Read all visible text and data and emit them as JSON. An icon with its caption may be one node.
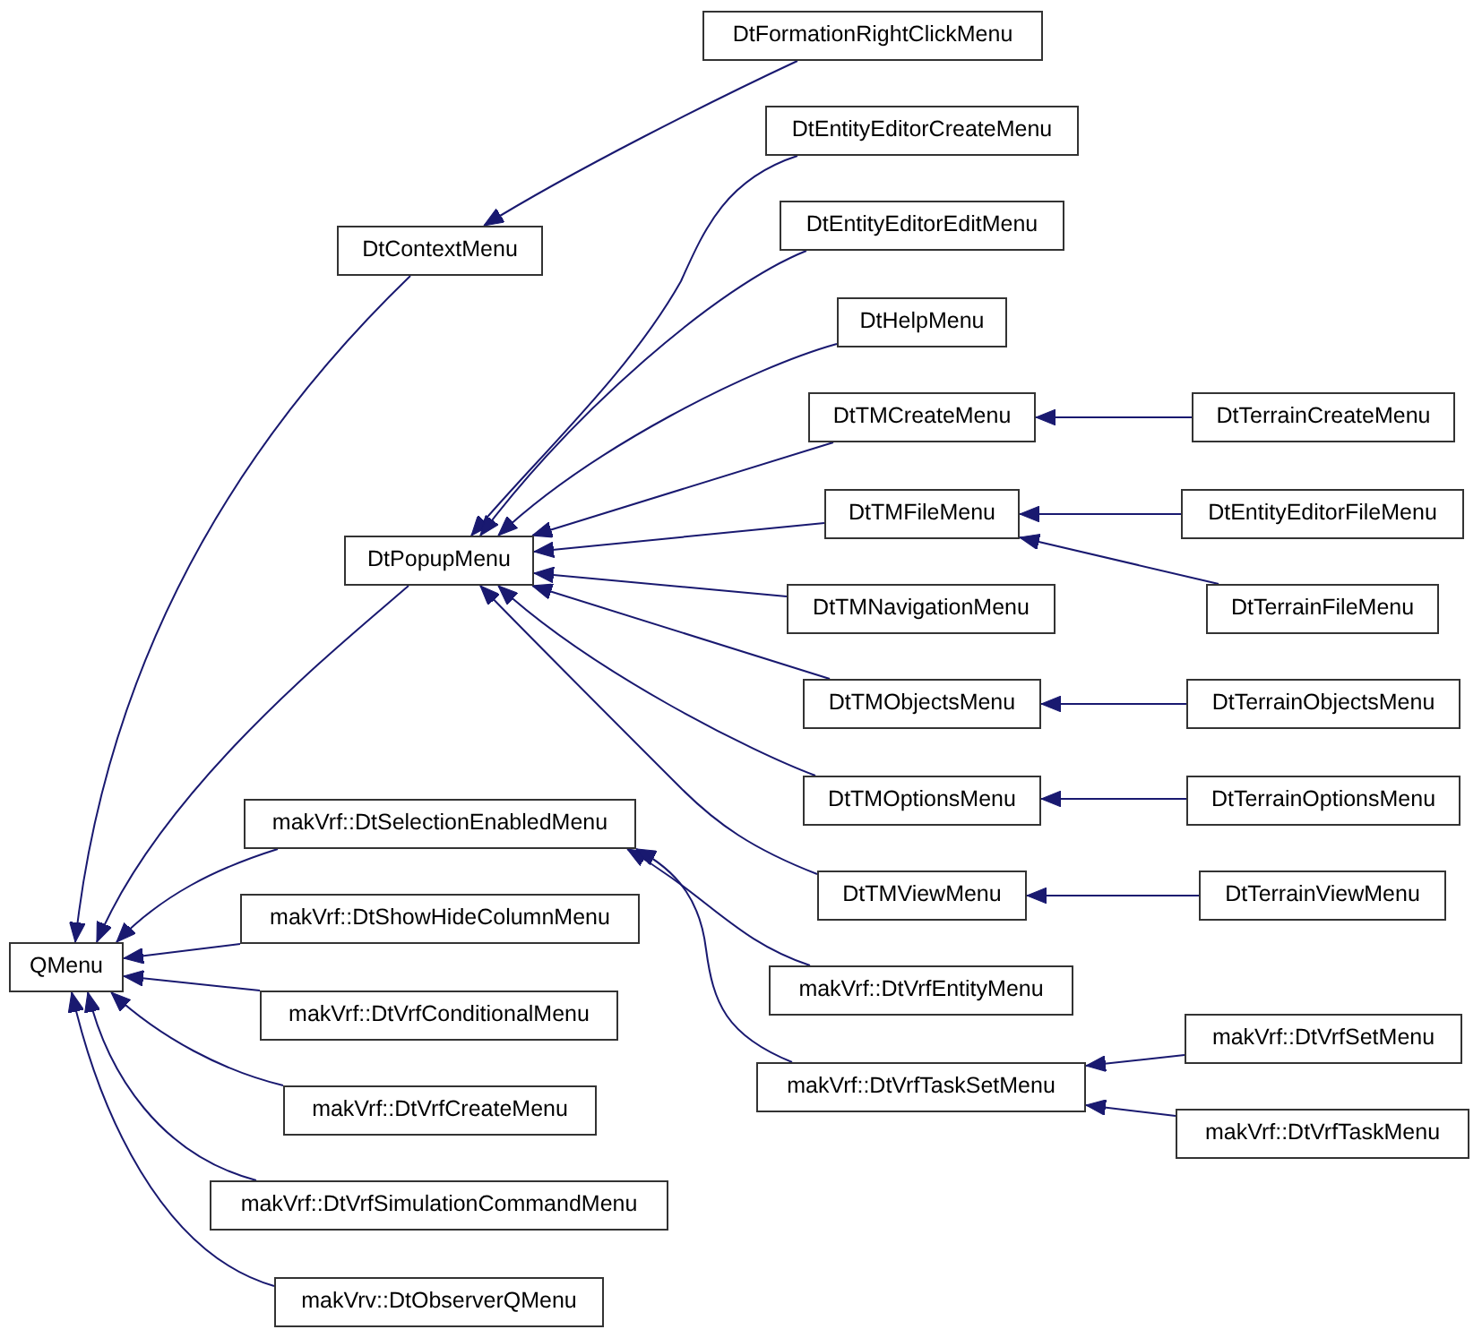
{
  "diagram": {
    "nodes": [
      {
        "text": [
          "QMenu"
        ]
      },
      {
        "text": [
          "DtContextMenu"
        ]
      },
      {
        "text": [
          "DtPopupMenu"
        ]
      },
      {
        "text": [
          "makVrf::DtSelectionEnabledMenu"
        ]
      },
      {
        "text": [
          "makVrf::DtShowHideColumnMenu"
        ]
      },
      {
        "text": [
          "makVrf::DtVrfConditionalMenu"
        ]
      },
      {
        "text": [
          "makVrf::DtVrfCreateMenu"
        ]
      },
      {
        "text": [
          "makVrf::DtVrfSimulationCommandMenu"
        ]
      },
      {
        "text": [
          "makVrv::DtObserverQMenu"
        ]
      },
      {
        "text": [
          "DtFormationRightClickMenu"
        ]
      },
      {
        "text": [
          "DtEntityEditorCreateMenu"
        ]
      },
      {
        "text": [
          "DtEntityEditorEditMenu"
        ]
      },
      {
        "text": [
          "DtHelpMenu"
        ]
      },
      {
        "text": [
          "DtTMCreateMenu"
        ]
      },
      {
        "text": [
          "DtTMFileMenu"
        ]
      },
      {
        "text": [
          "DtTMNavigationMenu"
        ]
      },
      {
        "text": [
          "DtTMObjectsMenu"
        ]
      },
      {
        "text": [
          "DtTMOptionsMenu"
        ]
      },
      {
        "text": [
          "DtTMViewMenu"
        ]
      },
      {
        "text": [
          "makVrf::DtVrfEntityMenu"
        ]
      },
      {
        "text": [
          "makVrf::DtVrfTaskSetMenu"
        ]
      },
      {
        "text": [
          "DtTerrainCreateMenu"
        ]
      },
      {
        "text": [
          "DtEntityEditorFileMenu"
        ]
      },
      {
        "text": [
          "DtTerrainFileMenu"
        ]
      },
      {
        "text": [
          "DtTerrainObjectsMenu"
        ]
      },
      {
        "text": [
          "DtTerrainOptionsMenu"
        ]
      },
      {
        "text": [
          "DtTerrainViewMenu"
        ]
      },
      {
        "text": [
          "makVrf::DtVrfSetMenu"
        ]
      },
      {
        "text": [
          "makVrf::DtVrfTaskMenu"
        ]
      }
    ],
    "edges": [
      {
        "from": 1,
        "to": 0,
        "arrow": "to"
      },
      {
        "from": 2,
        "to": 0,
        "arrow": "to"
      },
      {
        "from": 3,
        "to": 0,
        "arrow": "to"
      },
      {
        "from": 4,
        "to": 0,
        "arrow": "to"
      },
      {
        "from": 5,
        "to": 0,
        "arrow": "to"
      },
      {
        "from": 6,
        "to": 0,
        "arrow": "to"
      },
      {
        "from": 7,
        "to": 0,
        "arrow": "to"
      },
      {
        "from": 8,
        "to": 0,
        "arrow": "to"
      },
      {
        "from": 9,
        "to": 1,
        "arrow": "to"
      },
      {
        "from": 10,
        "to": 2,
        "arrow": "to"
      },
      {
        "from": 11,
        "to": 2,
        "arrow": "to"
      },
      {
        "from": 12,
        "to": 2,
        "arrow": "to"
      },
      {
        "from": 13,
        "to": 2,
        "arrow": "to"
      },
      {
        "from": 14,
        "to": 2,
        "arrow": "to"
      },
      {
        "from": 15,
        "to": 2,
        "arrow": "to"
      },
      {
        "from": 16,
        "to": 2,
        "arrow": "to"
      },
      {
        "from": 17,
        "to": 2,
        "arrow": "to"
      },
      {
        "from": 18,
        "to": 2,
        "arrow": "to"
      },
      {
        "from": 19,
        "to": 3,
        "arrow": "to"
      },
      {
        "from": 20,
        "to": 3,
        "arrow": "to"
      },
      {
        "from": 21,
        "to": 13,
        "arrow": "to"
      },
      {
        "from": 22,
        "to": 14,
        "arrow": "to"
      },
      {
        "from": 23,
        "to": 14,
        "arrow": "to"
      },
      {
        "from": 24,
        "to": 16,
        "arrow": "to"
      },
      {
        "from": 25,
        "to": 17,
        "arrow": "to"
      },
      {
        "from": 26,
        "to": 18,
        "arrow": "to"
      },
      {
        "from": 27,
        "to": 20,
        "arrow": "to"
      },
      {
        "from": 28,
        "to": 20,
        "arrow": "to"
      }
    ]
  }
}
